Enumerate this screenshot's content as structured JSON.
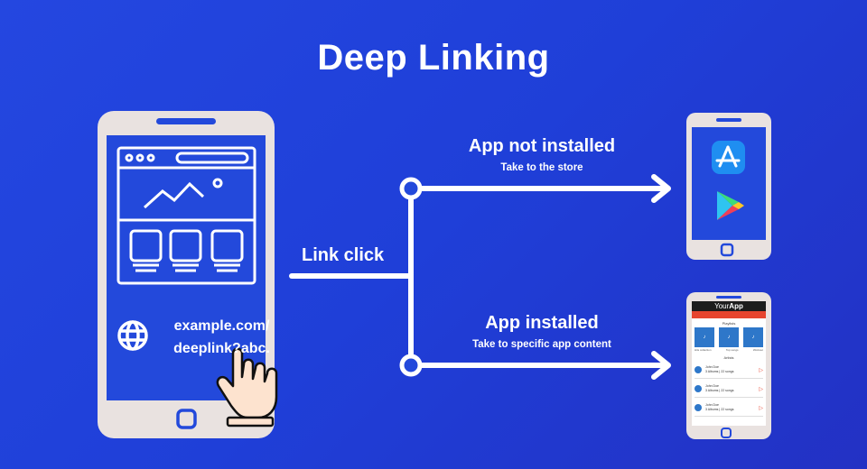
{
  "title": "Deep Linking",
  "link_label": "Link click",
  "url_lines": [
    "example.com/",
    "deeplink?abc."
  ],
  "branch_top": {
    "title": "App not installed",
    "subtitle": "Take to the store"
  },
  "branch_bottom": {
    "title": "App installed",
    "subtitle": "Take to specific app content"
  },
  "mini_app": {
    "brand_prefix": "Your",
    "brand_suffix": "App",
    "section_playlists": "Playlists",
    "tile_labels": [
      "Hits collection",
      "Top songs",
      "Workout"
    ],
    "section_artists": "Artists",
    "artists": [
      {
        "name": "John Doe",
        "meta": "3 Albums | 22 songs"
      },
      {
        "name": "John Doe",
        "meta": "3 Albums | 22 songs"
      },
      {
        "name": "John Doe",
        "meta": "3 Albums | 22 songs"
      }
    ]
  },
  "colors": {
    "background": "#2244de",
    "phone_frame": "#e9e2e0",
    "phone_screen": "#2349db",
    "line": "#ffffff",
    "accent_orange": "#e7452f",
    "app_store_blue": "#1f8ef1"
  }
}
